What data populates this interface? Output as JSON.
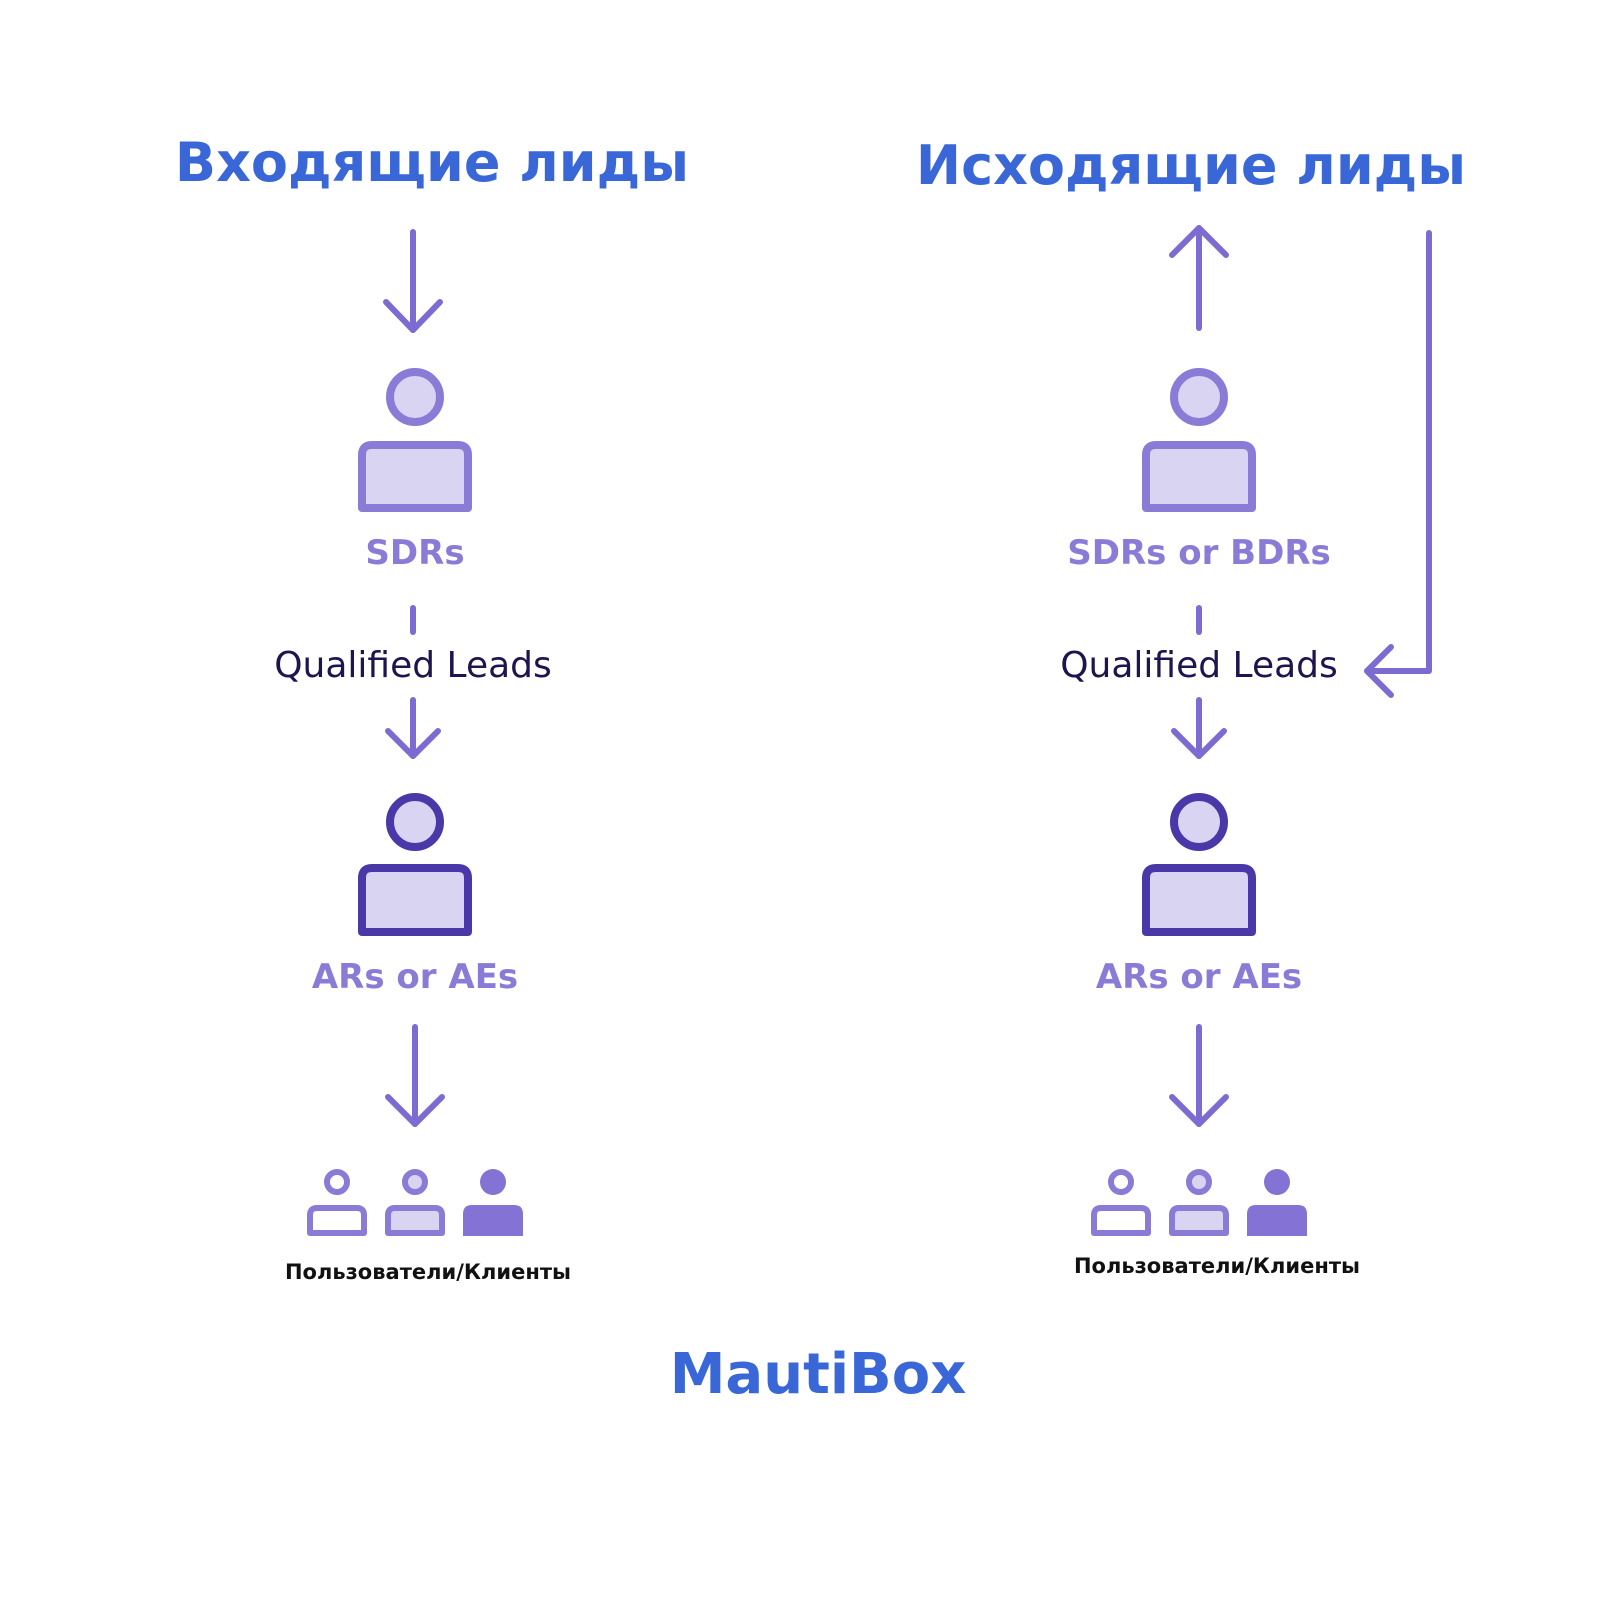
{
  "colors": {
    "title": "#3a67d8",
    "arrow": "#7d6bd2",
    "person_light_stroke": "#8a7bd6",
    "person_dark_stroke": "#4a37a8",
    "person_fill": "#d9d4f2",
    "role_text": "#8a7bd6",
    "leads_text": "#1d1550"
  },
  "inbound": {
    "title": "Входящие лиды",
    "first_role": "SDRs",
    "qualified_label": "Qualified Leads",
    "second_role": "ARs or AEs",
    "users_label": "Пользователи/Клиенты"
  },
  "outbound": {
    "title": "Исходящие лиды",
    "first_role": "SDRs or BDRs",
    "qualified_label": "Qualified Leads",
    "second_role": "ARs or AEs",
    "users_label": "Пользователи/Клиенты"
  },
  "brand": "MautiBox"
}
